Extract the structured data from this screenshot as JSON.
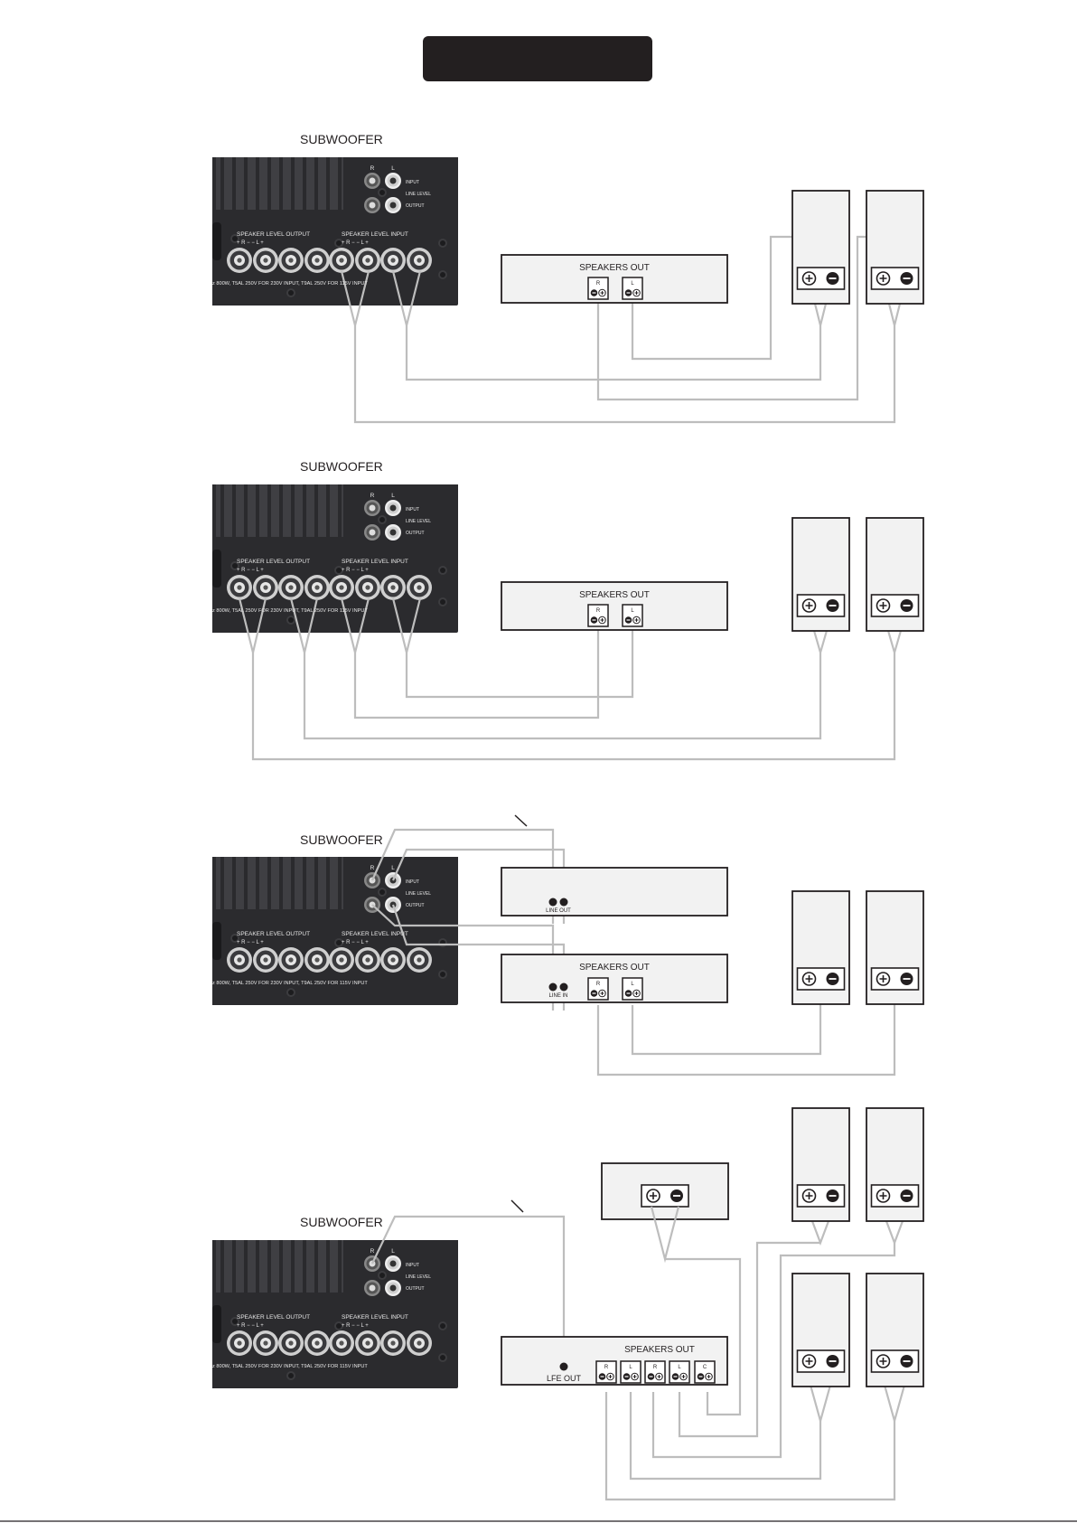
{
  "title": "",
  "labels": {
    "subwoofer": "SUBWOOFER",
    "speakers_out": "SPEAKERS OUT",
    "line_out": "LINE OUT",
    "line_in": "LINE IN",
    "lfe_out": "LFE OUT",
    "ch_r": "R",
    "ch_l": "L",
    "ch_c": "C",
    "input": "INPUT",
    "line_level": "LINE LEVEL",
    "output": "OUTPUT",
    "speaker_level_output": "SPEAKER  LEVEL  OUTPUT",
    "speaker_level_input": "SPEAKER  LEVEL  INPUT",
    "signs_left": "+   R   −       −   L   +",
    "signs_right": "+   R   −       −   L   +",
    "bottom_text": "z  800W,  T5AL  250V  FOR  230V  INPUT,  T9AL  250V  FOR  115V  INPUT"
  },
  "colors": {
    "amp_panel": "#2b2b2e",
    "heatsink": "#46464a",
    "wire": "#bdbdbd",
    "box_fill": "#f2f2f2",
    "box_stroke": "#231f20",
    "title_bar": "#231f20"
  }
}
